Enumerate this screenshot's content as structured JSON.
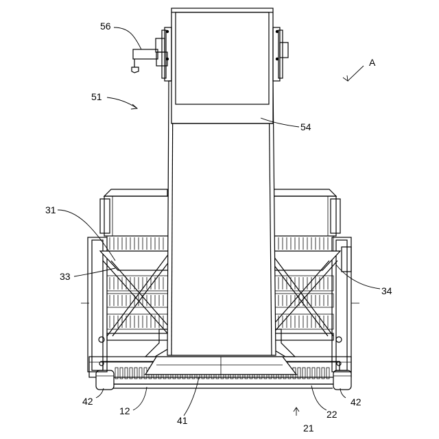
{
  "figure": {
    "reference_numerals": {
      "n56": "56",
      "nA": "A",
      "n51": "51",
      "n54": "54",
      "n31": "31",
      "n33": "33",
      "n34": "34",
      "n42_left": "42",
      "n42_right": "42",
      "n12": "12",
      "n41": "41",
      "n22": "22",
      "n21": "21"
    }
  }
}
